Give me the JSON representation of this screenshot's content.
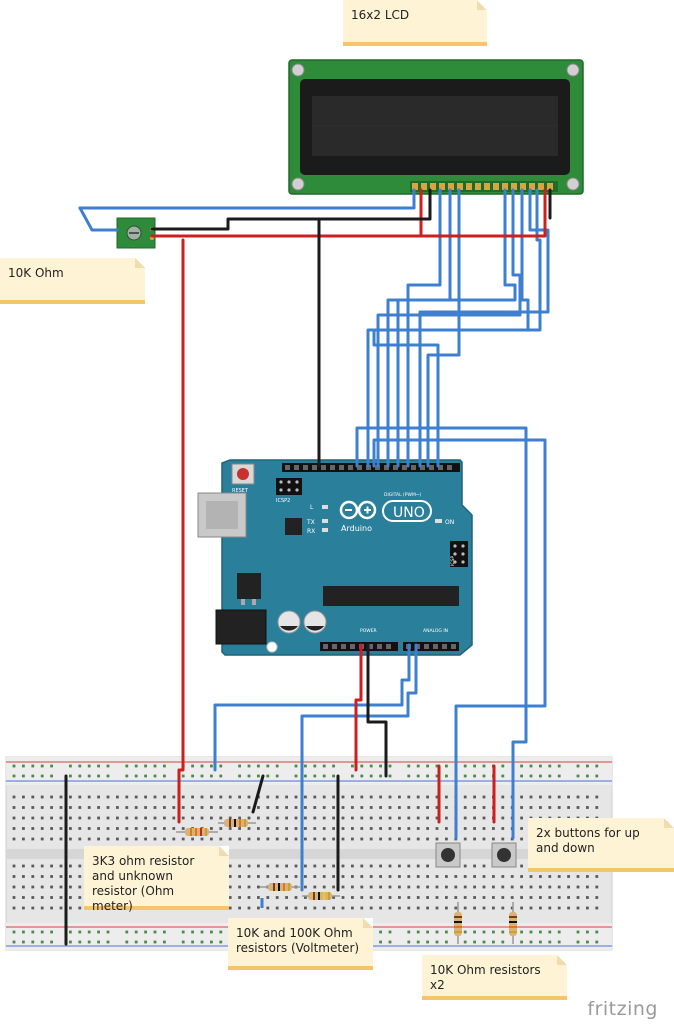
{
  "notes": {
    "lcd": "16x2 LCD",
    "pot": "10K Ohm",
    "ohm_meter": "3K3 ohm resistor and unknown resistor (Ohm meter)",
    "voltmeter": "10K and 100K Ohm resistors (Voltmeter)",
    "buttons": "2x buttons for up and down",
    "pulldown": "10K Ohm resistors x2"
  },
  "board": {
    "logo_text": "Arduino",
    "model": "UNO",
    "reset_label": "RESET",
    "icsp2_label": "ICSP2",
    "icsp_label": "ICSP",
    "on_label": "ON",
    "led_l": "L",
    "led_tx": "TX",
    "led_rx": "RX",
    "digital_label": "DIGITAL (PWM~)",
    "power_label": "POWER",
    "analog_label": "ANALOG IN"
  },
  "watermark": "fritzing",
  "colors": {
    "wire_blue": "#3e7fd0",
    "wire_red": "#cc1f1f",
    "wire_black": "#1b1b1b",
    "board": "#2a7f9b",
    "lcd_pcb": "#2e8b3a",
    "note_bg": "#fff3d6",
    "note_border": "#f6c46a"
  }
}
